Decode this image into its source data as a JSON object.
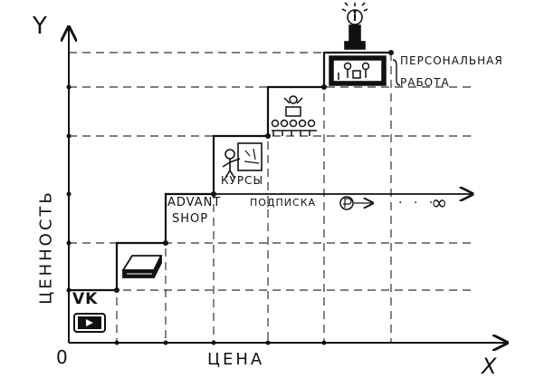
{
  "axes": {
    "y_letter": "Y",
    "x_letter": "X",
    "origin": "0",
    "x_title": "ЦЕНА",
    "y_title": "ЦЕННОСТЬ"
  },
  "steps": [
    {
      "id": "vk",
      "logo_text": "VK",
      "icon": "vk-logo-icon"
    },
    {
      "id": "book",
      "icon": "book-icon"
    },
    {
      "id": "advantshop",
      "label_line1": "ADVANT",
      "label_line2": "SHOP"
    },
    {
      "id": "courses",
      "label": "КУРСЫ",
      "icon": "teacher-at-board-icon"
    },
    {
      "id": "conference",
      "icon": "conference-audience-icon"
    },
    {
      "id": "personal",
      "label_line1": "ПЕРСОНАЛЬНАЯ",
      "label_line2": "РАБОТА",
      "icon": "personal-session-icon",
      "top_icon": "lightbulb-on-pedestal-icon"
    }
  ],
  "subscription": {
    "label": "ПОДПИСКА",
    "icon": "ruble-coin-icon",
    "dots": "· · ·",
    "infinity": "∞"
  },
  "colors": {
    "ink": "#111111",
    "background": "#ffffff",
    "dash": "#333333"
  }
}
